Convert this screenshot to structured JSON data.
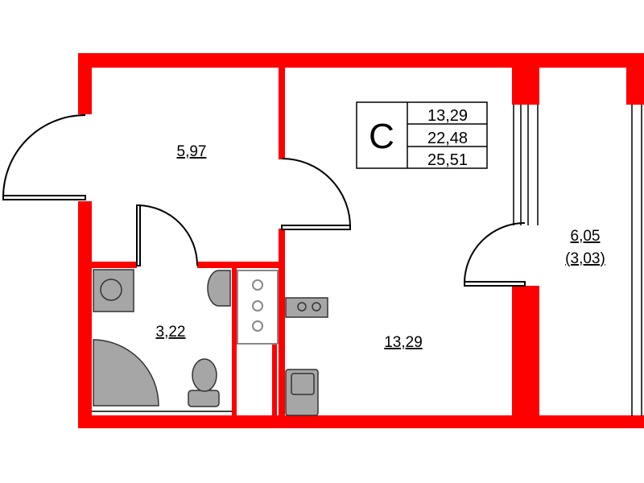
{
  "colors": {
    "wall": "#ff0000",
    "fixture": "#a6a6a6",
    "line": "#000000"
  },
  "summary_table": {
    "type_label": "С",
    "living_area": "13,29",
    "total_area_no_balcony": "22,48",
    "total_area": "25,51"
  },
  "rooms": {
    "hall": {
      "area": "5,97"
    },
    "bathroom": {
      "area": "3,22"
    },
    "main_room": {
      "area": "13,29"
    },
    "balcony": {
      "area": "6,05",
      "reduced_area": "(3,03)"
    }
  }
}
